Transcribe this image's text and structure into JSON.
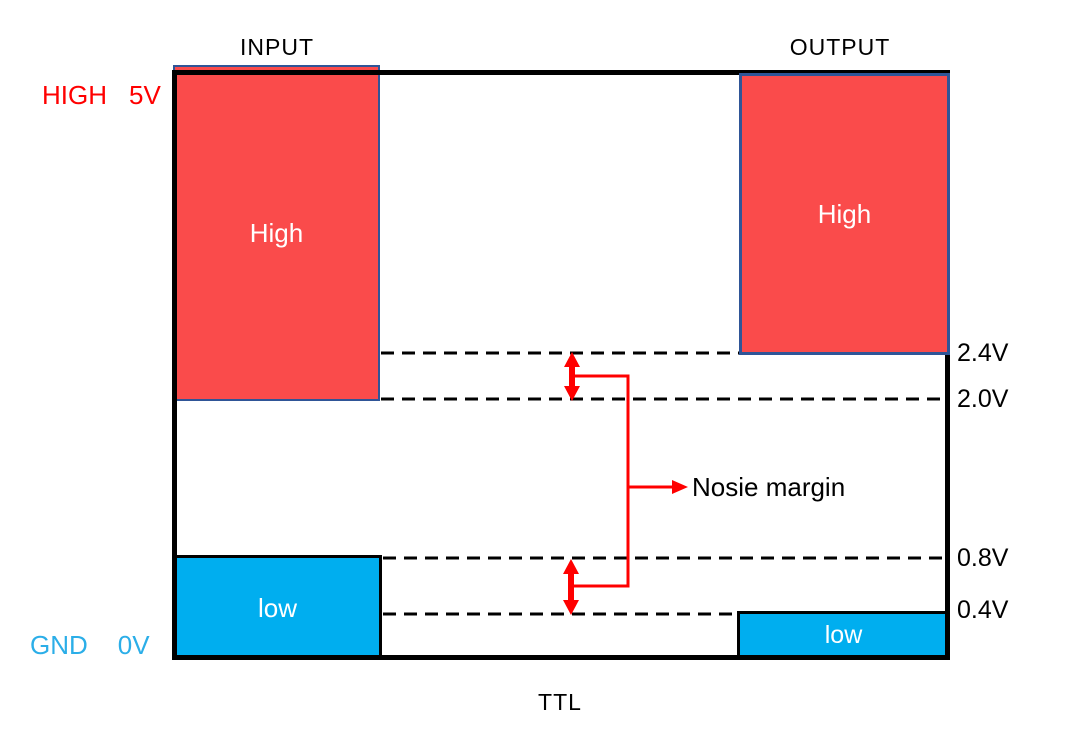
{
  "diagram": {
    "bottom_caption": "TTL",
    "input_column_label": "INPUT",
    "output_column_label": "OUTPUT",
    "left_axis": {
      "high_label": "HIGH",
      "high_voltage": "5V",
      "gnd_label": "GND",
      "gnd_voltage": "0V"
    },
    "voltage_levels": {
      "v24": "2.4V",
      "v20": "2.0V",
      "v08": "0.8V",
      "v04": "0.4V"
    },
    "blocks": {
      "input_high_label": "High",
      "output_high_label": "High",
      "input_low_label": "low",
      "output_low_label": "low"
    },
    "annotations": {
      "noise_margin_label": "Nosie margin"
    },
    "colors": {
      "high_block_fill": "#FA4B4B",
      "high_block_border": "#2F5597",
      "low_block_fill": "#00AEEF",
      "low_block_border": "#000000",
      "annotation_red": "#FF0000",
      "high_text_color": "#FF0000",
      "gnd_text_color": "#2BAEE8",
      "outline_black": "#000000"
    }
  }
}
